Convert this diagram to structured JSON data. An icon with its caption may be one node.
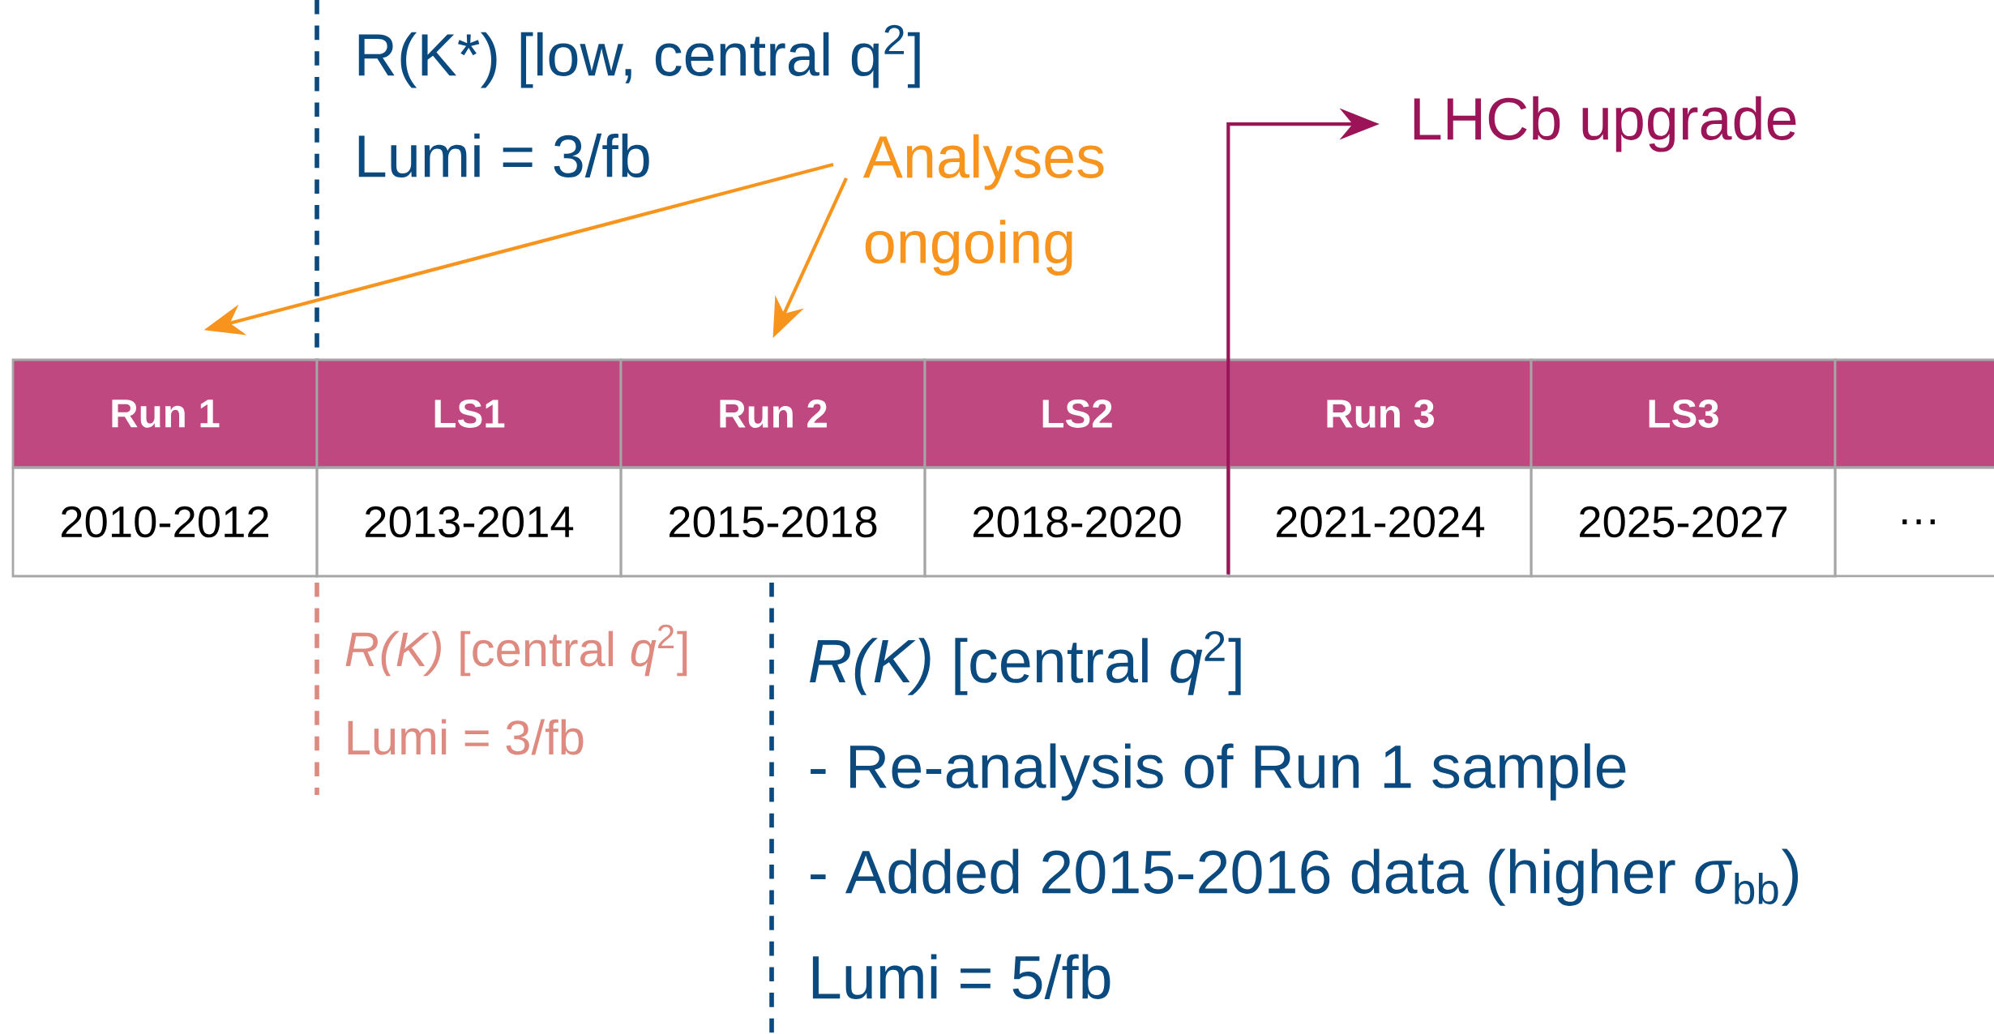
{
  "diagram": {
    "nodes": [
      {
        "text": [
          "Run 1",
          "2010-2012"
        ]
      },
      {
        "text": [
          "LS1",
          "2013-2014"
        ]
      },
      {
        "text": [
          "Run 2",
          "2015-2018"
        ]
      },
      {
        "text": [
          "LS2",
          "2018-2020"
        ]
      },
      {
        "text": [
          "Run 3",
          "2021-2024"
        ]
      },
      {
        "text": [
          "LS3",
          "2025-2027"
        ]
      },
      {
        "text": [
          "…"
        ]
      },
      {
        "text": [
          "R(K*) [low, central q$^{2}$]",
          "Lumi = 3/fb"
        ]
      },
      {
        "text": [
          "Analyses ongoing"
        ]
      },
      {
        "text": [
          "LHCb upgrade"
        ]
      },
      {
        "text": [
          "*R(K)* [central *q*$^{2}$]",
          "Lumi = 3/fb"
        ]
      },
      {
        "text": [
          "*R(K)* [central *q*$^{2}$]",
          "- Re-analysis of Run 1 sample",
          "- Added 2015-2016 data (higher *σ*$_{bb}$)",
          "Lumi = 5/fb"
        ]
      }
    ],
    "edges": [
      {
        "from": 8,
        "to": 0,
        "arrow": "to",
        "color": "#f7941d"
      },
      {
        "from": 8,
        "to": 2,
        "arrow": "to",
        "color": "#f7941d"
      },
      {
        "from": 4,
        "to": 9,
        "arrow": "to",
        "color": "#9b1458"
      }
    ]
  }
}
